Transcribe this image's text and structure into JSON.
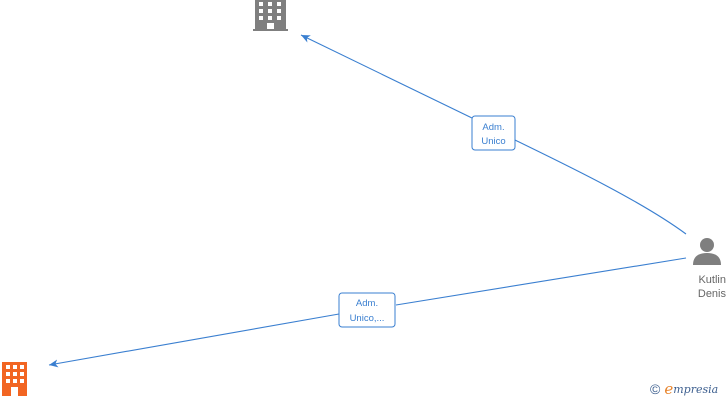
{
  "graph": {
    "nodes": {
      "company_top": {
        "icon": "building-icon",
        "color": "#808080"
      },
      "company_bottom": {
        "icon": "building-icon",
        "color": "#f26522"
      },
      "person": {
        "icon": "person-icon",
        "color": "#808080",
        "name_line1": "Kutlin",
        "name_line2": "Denis"
      }
    },
    "edges": [
      {
        "label_line1": "Adm.",
        "label_line2": "Unico"
      },
      {
        "label_line1": "Adm.",
        "label_line2": "Unico,..."
      }
    ],
    "edge_color": "#3a7fd0"
  },
  "footer": {
    "copyright_symbol": "©",
    "brand_initial": "e",
    "brand_rest": "mpresia"
  }
}
